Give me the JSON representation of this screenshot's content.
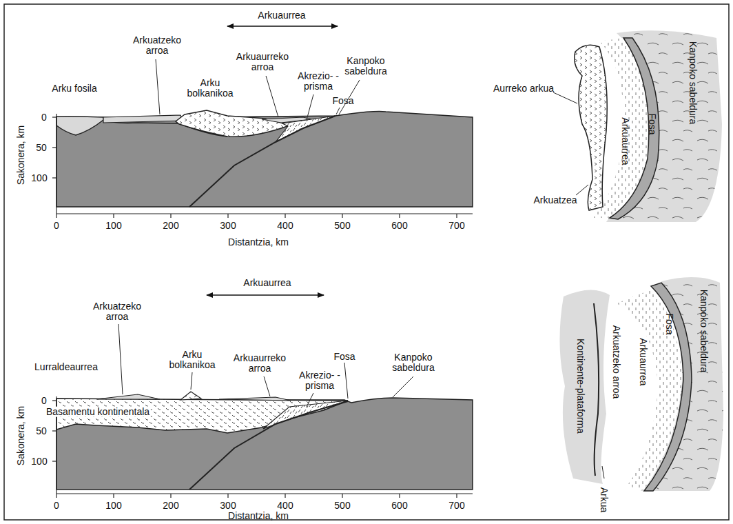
{
  "diagram": {
    "labels": [
      "Arkuaurrea",
      "Arkuatzeko arroa",
      "Arkuaurreko arroa",
      "Akrezio- -prisma",
      "Arku fosila",
      "Arku bolkanikoa",
      "Kanpoko sabeldura",
      "Fosa",
      "0",
      "50",
      "100",
      "Sakonera, km",
      "0",
      "100",
      "200",
      "300",
      "400",
      "500",
      "600",
      "700",
      "Distantzia, km",
      "Aurreko arkua",
      "Arkuatzea",
      "Arkuaurrea",
      "Fosa",
      "Kanpoko sabeldura",
      "Arkuaurrea",
      "Arkuatzeko arroa",
      "Lurraldeaurrea",
      "Arku bolkanikoa",
      "Arkuaurreko arroa",
      "Akrezio- -prisma",
      "Fosa",
      "Kanpoko sabeldura",
      "Basamentu kontinentala",
      "0",
      "50",
      "100",
      "Sakonera, km",
      "0",
      "100",
      "200",
      "300",
      "400",
      "500",
      "600",
      "700",
      "Distantzia, km",
      "Kontinente-plataforma",
      "Arkuatzeko arroa",
      "Arkuaurrea",
      "Fosa",
      "Kanpoko sabeldura",
      "Arkua"
    ]
  }
}
